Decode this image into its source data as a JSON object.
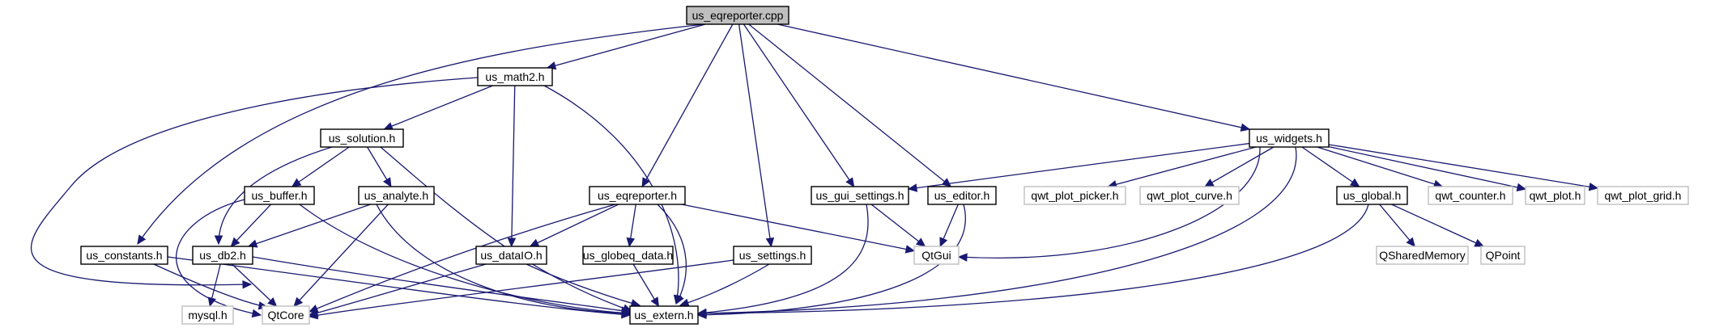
{
  "diagram": {
    "type": "include-dependency-graph",
    "colors": {
      "edge": "#191970",
      "root_fill": "#bfbfbf",
      "external_border": "#bfbfbf",
      "node_border": "#000000"
    },
    "nodes": {
      "us_eqreporter_cpp": {
        "label": "us_eqreporter.cpp"
      },
      "us_math2_h": {
        "label": "us_math2.h"
      },
      "us_solution_h": {
        "label": "us_solution.h"
      },
      "us_buffer_h": {
        "label": "us_buffer.h"
      },
      "us_analyte_h": {
        "label": "us_analyte.h"
      },
      "us_constants_h": {
        "label": "us_constants.h"
      },
      "us_db2_h": {
        "label": "us_db2.h"
      },
      "mysql_h": {
        "label": "mysql.h"
      },
      "QtCore": {
        "label": "QtCore"
      },
      "us_eqreporter_h": {
        "label": "us_eqreporter.h"
      },
      "us_dataIO_h": {
        "label": "us_dataIO.h"
      },
      "us_globeq_data_h": {
        "label": "us_globeq_data.h"
      },
      "us_extern_h": {
        "label": "us_extern.h"
      },
      "us_settings_h": {
        "label": "us_settings.h"
      },
      "us_gui_settings_h": {
        "label": "us_gui_settings.h"
      },
      "us_editor_h": {
        "label": "us_editor.h"
      },
      "QtGui": {
        "label": "QtGui"
      },
      "us_widgets_h": {
        "label": "us_widgets.h"
      },
      "qwt_plot_picker_h": {
        "label": "qwt_plot_picker.h"
      },
      "qwt_plot_curve_h": {
        "label": "qwt_plot_curve.h"
      },
      "us_global_h": {
        "label": "us_global.h"
      },
      "qwt_counter_h": {
        "label": "qwt_counter.h"
      },
      "qwt_plot_h": {
        "label": "qwt_plot.h"
      },
      "qwt_plot_grid_h": {
        "label": "qwt_plot_grid.h"
      },
      "QSharedMemory": {
        "label": "QSharedMemory"
      },
      "QPoint": {
        "label": "QPoint"
      }
    },
    "edges": [
      [
        "us_eqreporter_cpp",
        "us_math2_h"
      ],
      [
        "us_eqreporter_cpp",
        "us_constants_h"
      ],
      [
        "us_eqreporter_cpp",
        "us_eqreporter_h"
      ],
      [
        "us_eqreporter_cpp",
        "us_settings_h"
      ],
      [
        "us_eqreporter_cpp",
        "us_gui_settings_h"
      ],
      [
        "us_eqreporter_cpp",
        "us_editor_h"
      ],
      [
        "us_eqreporter_cpp",
        "us_widgets_h"
      ],
      [
        "us_math2_h",
        "us_solution_h"
      ],
      [
        "us_math2_h",
        "us_dataIO_h"
      ],
      [
        "us_math2_h",
        "us_extern_h"
      ],
      [
        "us_math2_h",
        "QtCore"
      ],
      [
        "us_solution_h",
        "us_buffer_h"
      ],
      [
        "us_solution_h",
        "us_analyte_h"
      ],
      [
        "us_solution_h",
        "us_db2_h"
      ],
      [
        "us_solution_h",
        "us_extern_h"
      ],
      [
        "us_buffer_h",
        "us_db2_h"
      ],
      [
        "us_buffer_h",
        "QtCore"
      ],
      [
        "us_buffer_h",
        "us_extern_h"
      ],
      [
        "us_analyte_h",
        "us_db2_h"
      ],
      [
        "us_analyte_h",
        "QtCore"
      ],
      [
        "us_analyte_h",
        "us_extern_h"
      ],
      [
        "us_constants_h",
        "QtCore"
      ],
      [
        "us_constants_h",
        "us_extern_h"
      ],
      [
        "us_db2_h",
        "mysql_h"
      ],
      [
        "us_db2_h",
        "QtCore"
      ],
      [
        "us_db2_h",
        "us_extern_h"
      ],
      [
        "us_eqreporter_h",
        "us_dataIO_h"
      ],
      [
        "us_eqreporter_h",
        "us_globeq_data_h"
      ],
      [
        "us_eqreporter_h",
        "QtCore"
      ],
      [
        "us_eqreporter_h",
        "us_extern_h"
      ],
      [
        "us_eqreporter_h",
        "QtGui"
      ],
      [
        "us_dataIO_h",
        "QtCore"
      ],
      [
        "us_dataIO_h",
        "us_extern_h"
      ],
      [
        "us_globeq_data_h",
        "us_extern_h"
      ],
      [
        "us_settings_h",
        "QtCore"
      ],
      [
        "us_settings_h",
        "us_extern_h"
      ],
      [
        "us_gui_settings_h",
        "QtGui"
      ],
      [
        "us_gui_settings_h",
        "us_extern_h"
      ],
      [
        "us_editor_h",
        "QtGui"
      ],
      [
        "us_editor_h",
        "us_extern_h"
      ],
      [
        "us_widgets_h",
        "us_gui_settings_h"
      ],
      [
        "us_widgets_h",
        "qwt_plot_picker_h"
      ],
      [
        "us_widgets_h",
        "qwt_plot_curve_h"
      ],
      [
        "us_widgets_h",
        "us_global_h"
      ],
      [
        "us_widgets_h",
        "qwt_counter_h"
      ],
      [
        "us_widgets_h",
        "qwt_plot_h"
      ],
      [
        "us_widgets_h",
        "qwt_plot_grid_h"
      ],
      [
        "us_widgets_h",
        "QtGui"
      ],
      [
        "us_widgets_h",
        "us_extern_h"
      ],
      [
        "us_global_h",
        "QSharedMemory"
      ],
      [
        "us_global_h",
        "QPoint"
      ],
      [
        "us_global_h",
        "us_extern_h"
      ]
    ]
  }
}
